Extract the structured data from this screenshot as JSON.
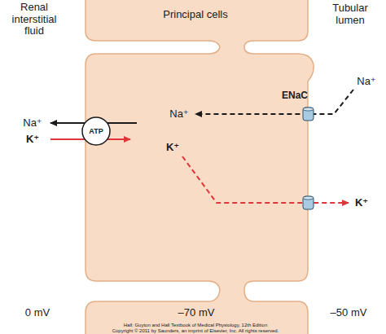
{
  "diagram": {
    "nodes": [
      {
        "text": [
          "ATP"
        ]
      }
    ],
    "labels": [
      "Renal interstitial fluid",
      "Principal cells",
      "Tubular lumen",
      "ENaC",
      "Na⁺",
      "Na⁺",
      "Na⁺",
      "K⁺",
      "K⁺",
      "K⁺",
      "0 mV",
      "–70 mV",
      "–50 mV",
      "Hall: Guyton and Hall Textbook of Medical Physiology, 12th Edition",
      "Copyright © 2011 by Saunders, an imprint of Elsevier, Inc. All rights reserved."
    ]
  }
}
